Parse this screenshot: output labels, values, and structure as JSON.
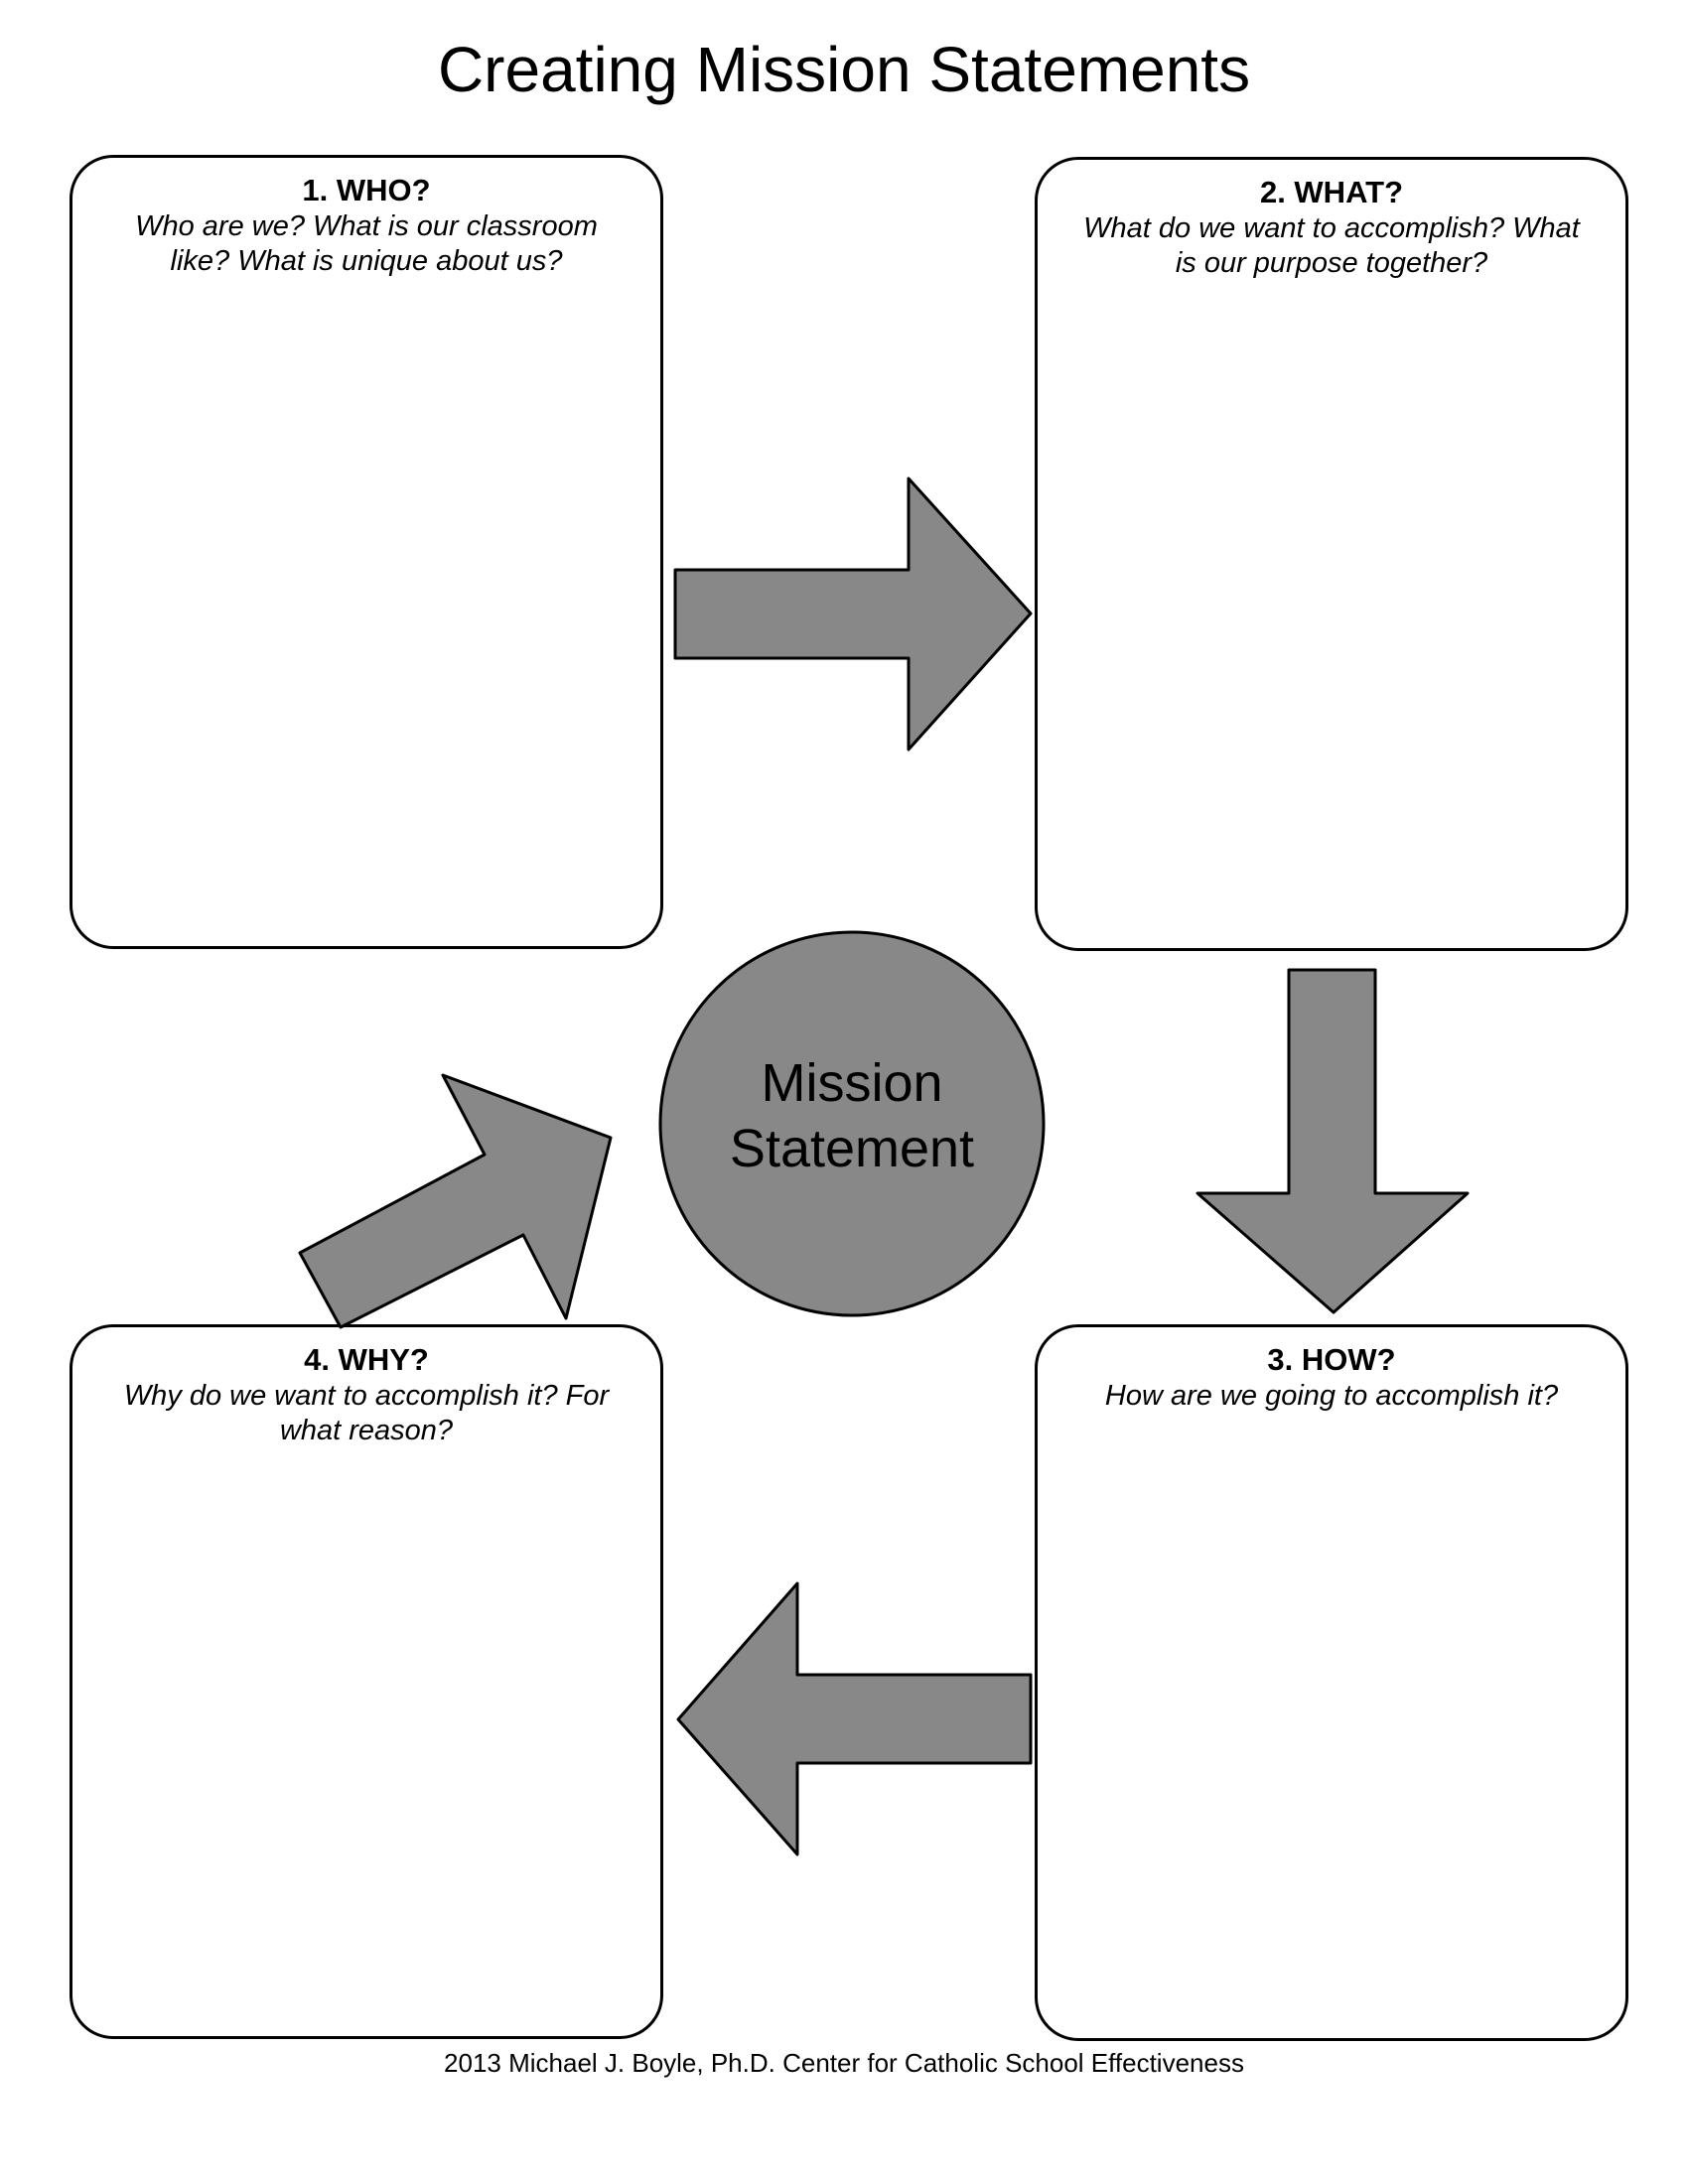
{
  "title": "Creating Mission Statements",
  "boxes": {
    "who": {
      "title": "1. WHO?",
      "prompt": "Who are we? What is our classroom like? What is unique about us?"
    },
    "what": {
      "title": "2. WHAT?",
      "prompt": "What do we want to accomplish? What is our purpose together?"
    },
    "how": {
      "title": "3. HOW?",
      "prompt": "How are we going to accomplish it?"
    },
    "why": {
      "title": "4. WHY?",
      "prompt": "Why do we want to accomplish it? For what reason?"
    }
  },
  "center": {
    "line1": "Mission",
    "line2": "Statement"
  },
  "footer": "2013 Michael J. Boyle, Ph.D. Center for Catholic School Effectiveness",
  "colors": {
    "shape_fill": "#888888",
    "stroke": "#000000",
    "background": "#ffffff"
  }
}
